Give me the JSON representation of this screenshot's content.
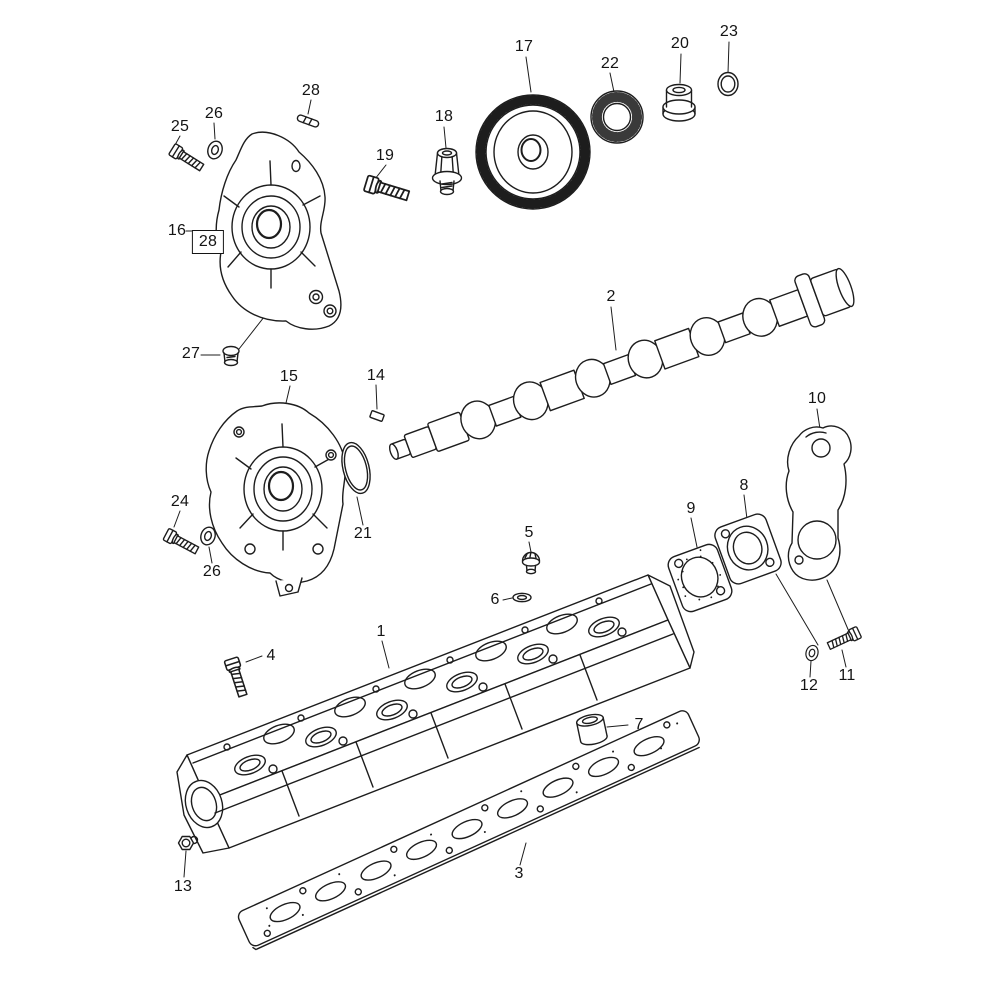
{
  "page": {
    "background_color": "#ffffff",
    "line_color": "#1d1d1d"
  },
  "callouts": {
    "c1": "1",
    "c2": "2",
    "c3": "3",
    "c4": "4",
    "c5": "5",
    "c6": "6",
    "c7": "7",
    "c8": "8",
    "c9": "9",
    "c10": "10",
    "c11": "11",
    "c12": "12",
    "c13": "13",
    "c14": "14",
    "c15": "15",
    "c16": "16",
    "c17": "17",
    "c18": "18",
    "c19": "19",
    "c20": "20",
    "c21": "21",
    "c22": "22",
    "c23": "23",
    "c24": "24",
    "c25": "25",
    "c26_upper": "26",
    "c26_lower": "26",
    "c27": "27",
    "c28_upper": "28",
    "c28_boxed": "28"
  }
}
